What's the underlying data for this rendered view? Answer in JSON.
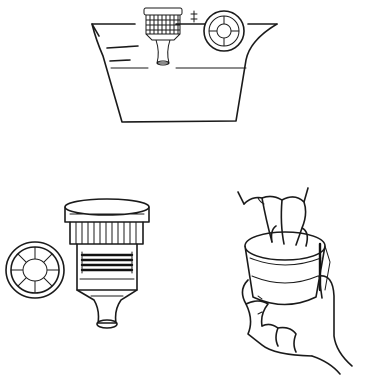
{
  "figure": {
    "panels": [
      {
        "id": "soak",
        "icon": "bowl-of-water-with-filter-icon"
      },
      {
        "id": "parts",
        "icon": "disassembled-filter-icon"
      },
      {
        "id": "clean",
        "icon": "hand-cleaning-filter-icon"
      }
    ]
  },
  "colors": {
    "stroke": "#1a1a1a",
    "background": "#ffffff"
  }
}
